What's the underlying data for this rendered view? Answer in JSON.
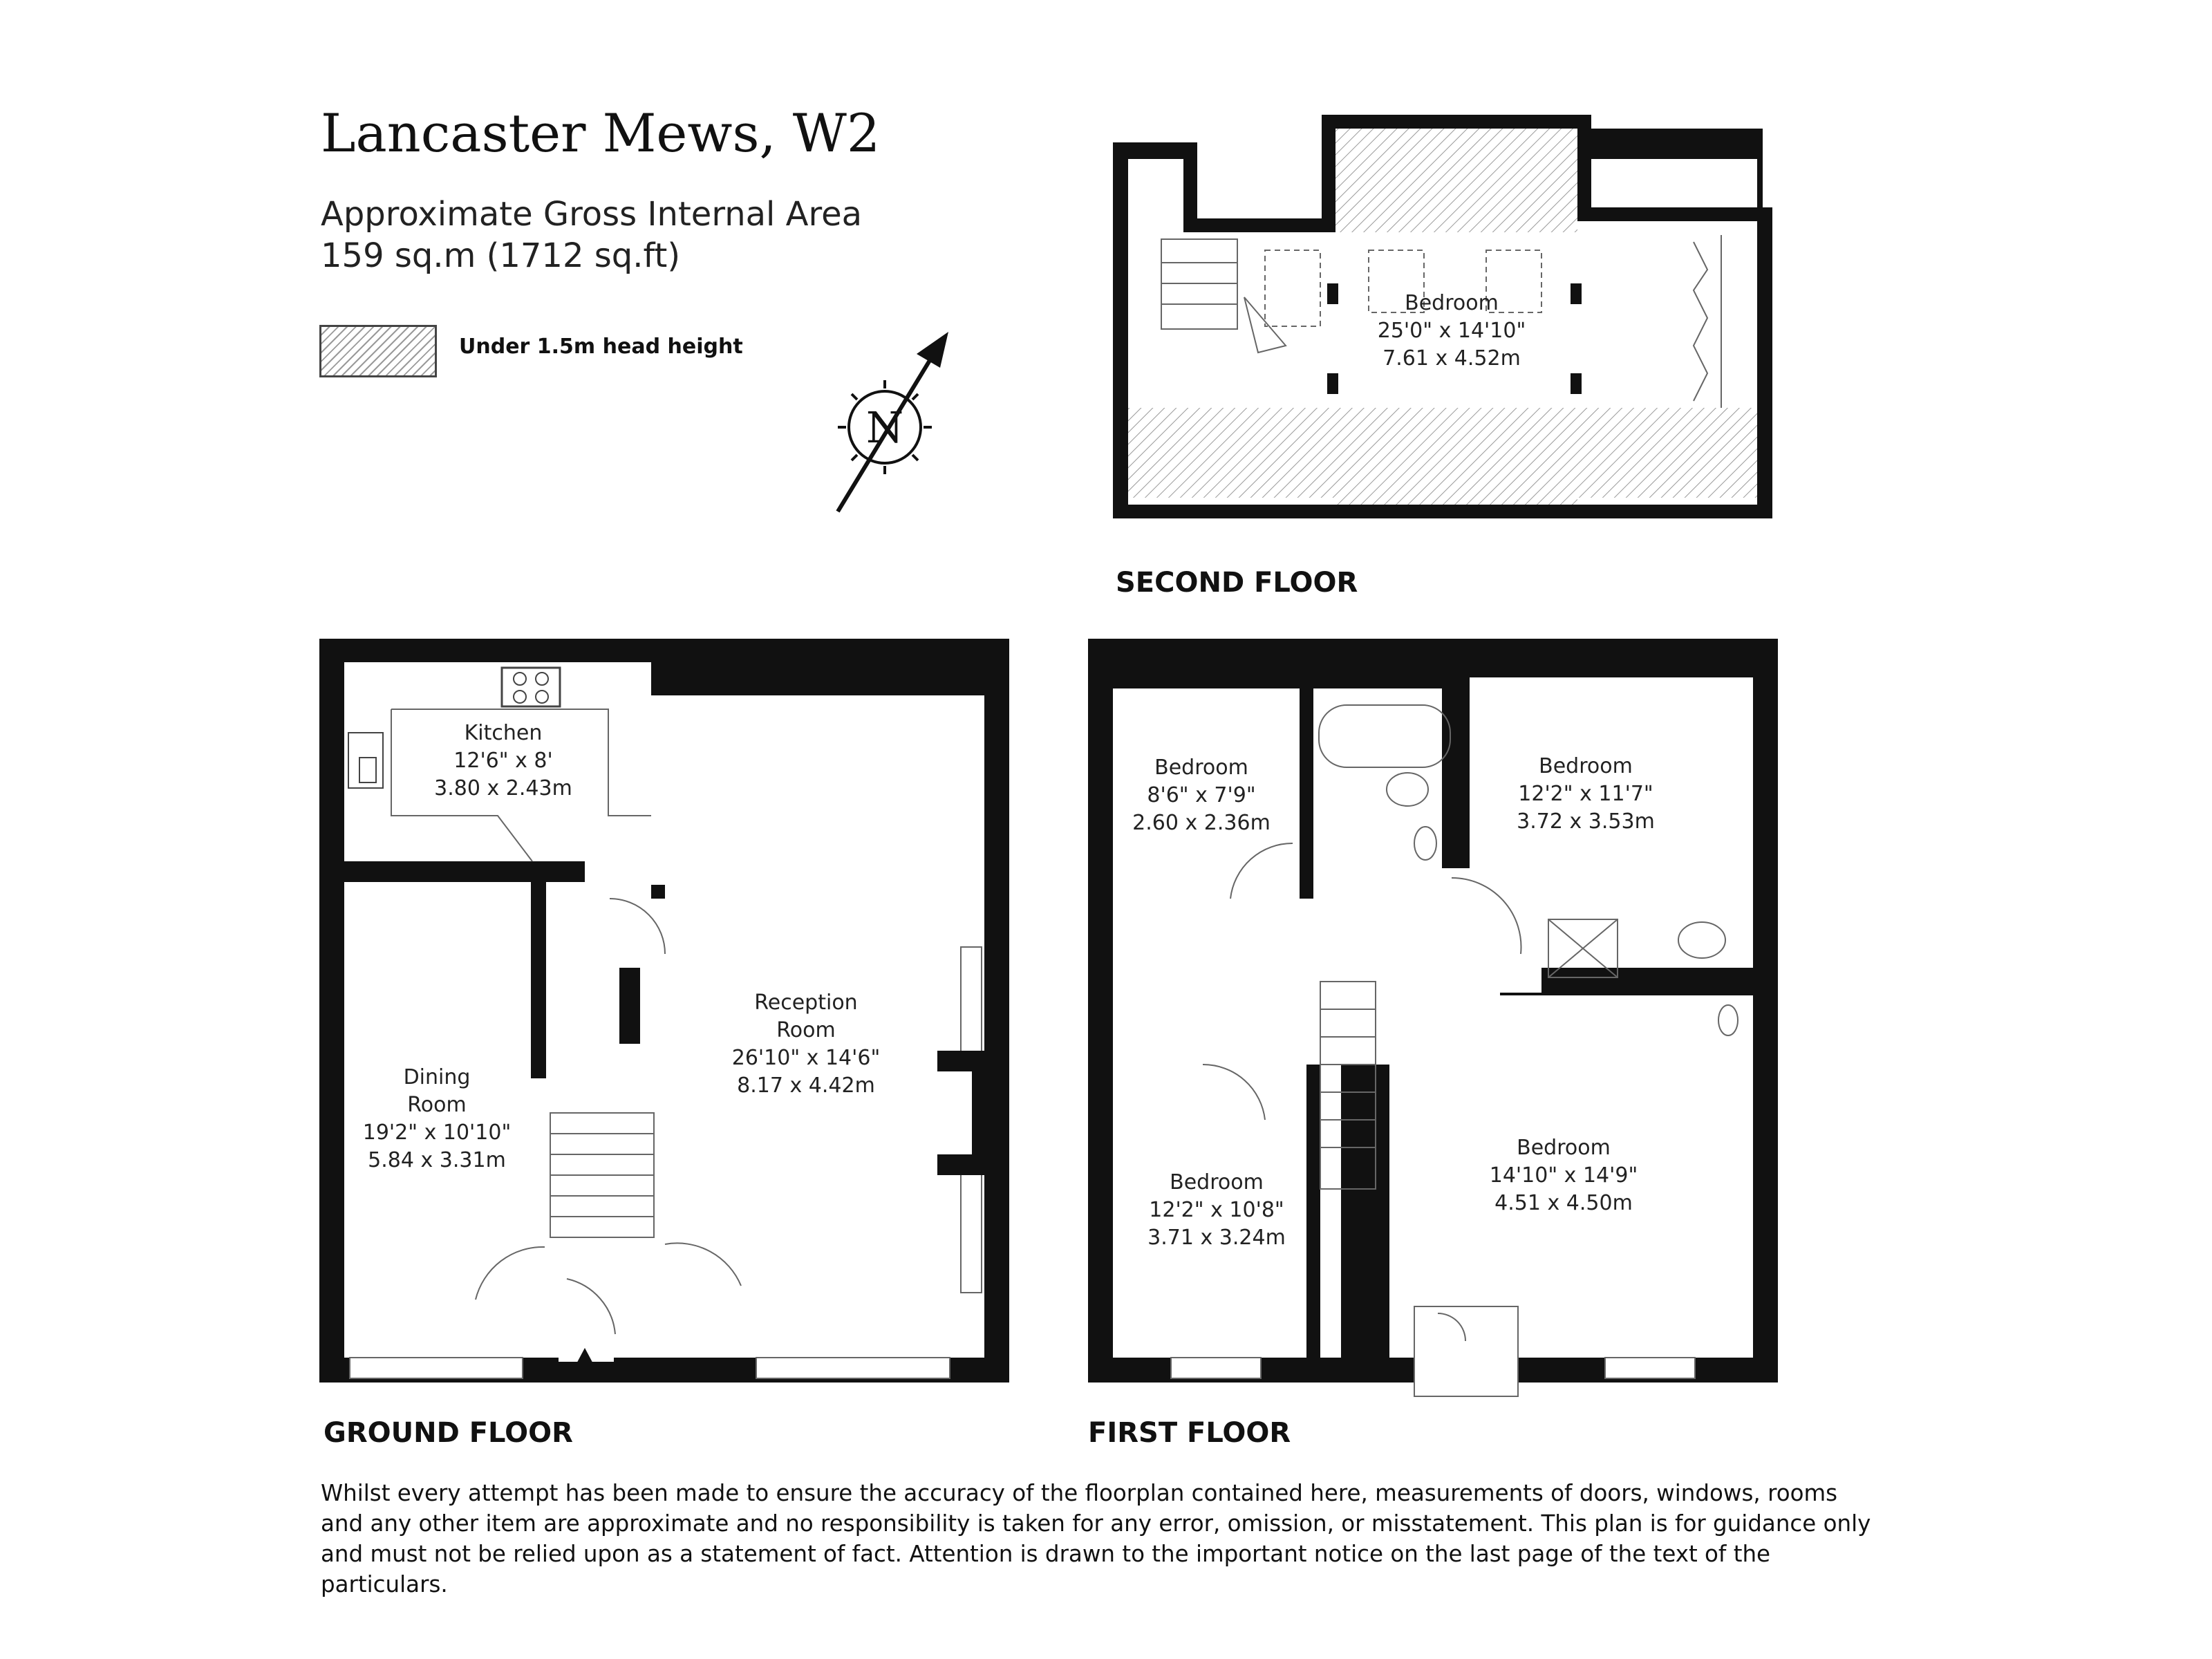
{
  "title": "Lancaster Mews, W2",
  "area": {
    "label": "Approximate Gross Internal Area",
    "value": "159 sq.m (1712 sq.ft)"
  },
  "legend": {
    "label": "Under 1.5m head height"
  },
  "compass": {
    "letter": "N"
  },
  "floors": {
    "second": {
      "label": "SECOND FLOOR",
      "rooms": [
        {
          "name": "Bedroom",
          "imperial": "25'0\" x 14'10\"",
          "metric": "7.61 x 4.52m"
        }
      ]
    },
    "ground": {
      "label": "GROUND FLOOR",
      "kitchen": {
        "name": "Kitchen",
        "imperial": "12'6\" x 8'",
        "metric": "3.80 x 2.43m"
      },
      "reception": {
        "name1": "Reception",
        "name2": "Room",
        "imperial": "26'10\" x 14'6\"",
        "metric": "8.17 x 4.42m"
      },
      "dining": {
        "name1": "Dining",
        "name2": "Room",
        "imperial": "19'2\" x 10'10\"",
        "metric": "5.84 x 3.31m"
      }
    },
    "first": {
      "label": "FIRST FLOOR",
      "bedroom_nw": {
        "name": "Bedroom",
        "imperial": "8'6\" x 7'9\"",
        "metric": "2.60 x 2.36m"
      },
      "bedroom_ne": {
        "name": "Bedroom",
        "imperial": "12'2\" x 11'7\"",
        "metric": "3.72 x 3.53m"
      },
      "bedroom_sw": {
        "name": "Bedroom",
        "imperial": "12'2\" x 10'8\"",
        "metric": "3.71 x 3.24m"
      },
      "bedroom_se": {
        "name": "Bedroom",
        "imperial": "14'10\" x 14'9\"",
        "metric": "4.51 x 4.50m"
      }
    }
  },
  "disclaimer": "Whilst every attempt has been made to ensure the accuracy of the floorplan contained here, measurements of doors, windows, rooms and any other item are approximate and no responsibility is taken for any error, omission, or misstatement. This plan is for guidance only and must not be relied upon as a statement of fact. Attention is drawn to the important notice on the last page of the text of the particulars."
}
